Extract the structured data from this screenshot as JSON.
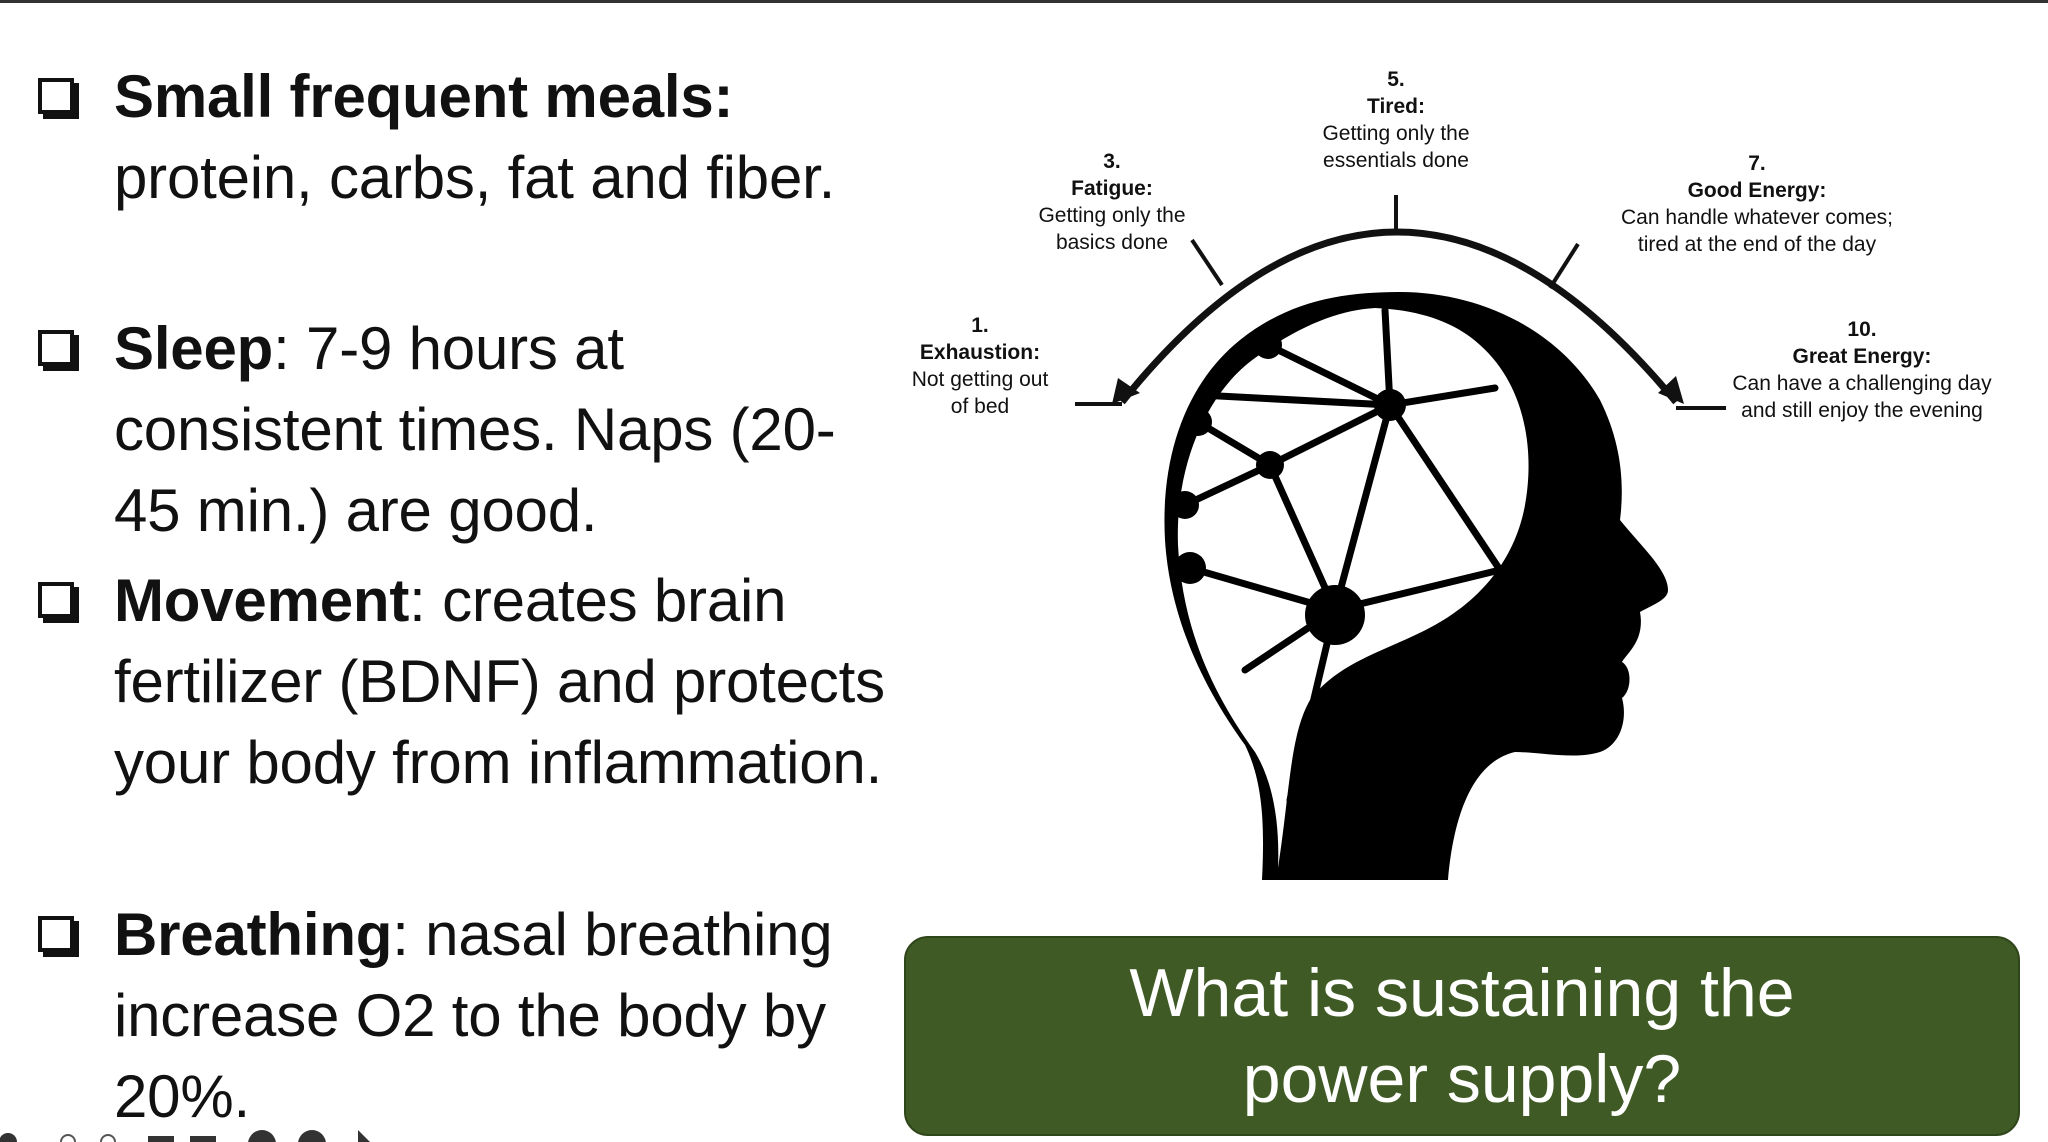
{
  "bullets": [
    {
      "term": "Small frequent meals:",
      "rest": " protein, carbs, fat and fiber."
    },
    {
      "term": "Sleep",
      "rest": ": 7-9 hours at consistent times. Naps (20-45 min.) are good."
    },
    {
      "term": "Movement",
      "rest": ": creates brain fertilizer (BDNF) and protects your body from inflammation."
    },
    {
      "term": "Breathing",
      "rest": ": nasal breathing increase O2 to the body by 20%."
    }
  ],
  "energy_scale": [
    {
      "num": "1.",
      "title": "Exhaustion:",
      "desc1": "Not getting out",
      "desc2": "of bed"
    },
    {
      "num": "3.",
      "title": "Fatigue:",
      "desc1": "Getting only the",
      "desc2": "basics done"
    },
    {
      "num": "5.",
      "title": "Tired:",
      "desc1": "Getting only the",
      "desc2": "essentials done"
    },
    {
      "num": "7.",
      "title": "Good Energy:",
      "desc1": "Can handle whatever comes;",
      "desc2": "tired at the end of the day"
    },
    {
      "num": "10.",
      "title": "Great Energy:",
      "desc1": "Can have a challenging day",
      "desc2": "and still enjoy the evening"
    }
  ],
  "callout": {
    "text": "What is sustaining the power supply?",
    "background": "#3f5a25"
  }
}
